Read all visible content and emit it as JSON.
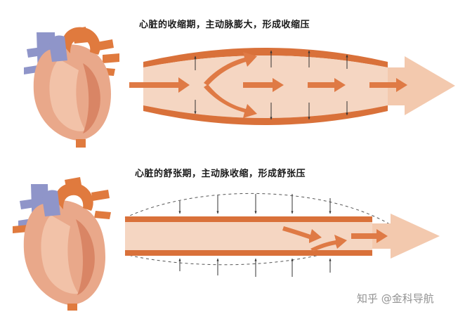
{
  "panels": [
    {
      "id": "systole",
      "caption": "心脏的收缩期，主动脉膨大，形成收缩压"
    },
    {
      "id": "diastole",
      "caption": "心脏的舒张期，主动脉收缩，形成舒张压"
    }
  ],
  "watermark": "知乎 @金科导航",
  "colors": {
    "vessel_wall": "#d9713a",
    "vessel_fill": "#f5d6c2",
    "flow_arrow": "#df7a45",
    "outlet_arrow": "#f3c9ae",
    "heart_body": "#e9a88a",
    "heart_dark": "#d98565",
    "vein_blue": "#8f95c9",
    "artery_orange": "#e07a3e",
    "pressure_marker": "#333333"
  },
  "icons": [
    "heart-illustration",
    "aorta-vessel",
    "flow-arrow",
    "pressure-arrow"
  ]
}
